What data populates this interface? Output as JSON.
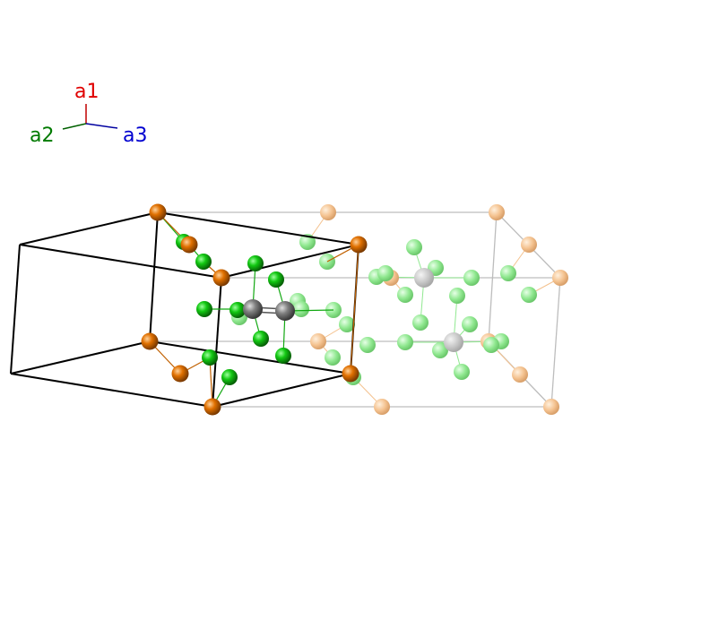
{
  "axes": {
    "a1": {
      "label": "a1",
      "color": "#e00000"
    },
    "a2": {
      "label": "a2",
      "color": "#007a00"
    },
    "a3": {
      "label": "a3",
      "color": "#0000d0"
    }
  },
  "colors": {
    "metal": "#e07000",
    "metal_ghost": "#f4c28f",
    "halogen": "#12c812",
    "halogen_ghost": "#90e890",
    "center": "#808080",
    "center_ghost": "#c8c8c8",
    "cell_edge": "#000000",
    "ghost_edge": "#b8b8b8"
  },
  "atom_types": [
    "metal",
    "halogen",
    "center"
  ]
}
